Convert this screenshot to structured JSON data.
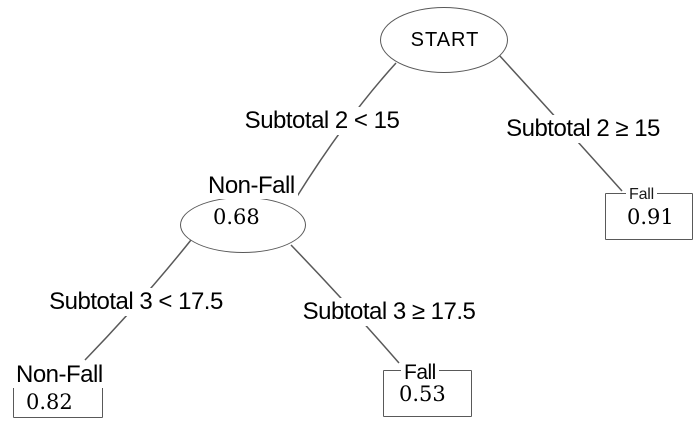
{
  "diagram": {
    "type": "decision-tree",
    "nodes": {
      "start": {
        "label": "START",
        "shape": "ellipse"
      },
      "node_nonfall": {
        "label": "Non-Fall",
        "probability": "0.68",
        "shape": "ellipse"
      },
      "leaf_fall_right": {
        "label": "Fall",
        "probability": "0.91",
        "shape": "rect"
      },
      "leaf_nonfall": {
        "label": "Non-Fall",
        "probability": "0.82",
        "shape": "rect"
      },
      "leaf_fall_mid": {
        "label": "Fall",
        "probability": "0.53",
        "shape": "rect"
      }
    },
    "edges": {
      "start_left": {
        "from": "start",
        "to": "node_nonfall",
        "label": "Subtotal 2 < 15"
      },
      "start_right": {
        "from": "start",
        "to": "leaf_fall_right",
        "label": "Subtotal 2 ≥ 15"
      },
      "nonfall_left": {
        "from": "node_nonfall",
        "to": "leaf_nonfall",
        "label": "Subtotal 3 < 17.5"
      },
      "nonfall_right": {
        "from": "node_nonfall",
        "to": "leaf_fall_mid",
        "label": "Subtotal 3 ≥ 17.5"
      }
    },
    "colors": {
      "stroke": "#595959",
      "text": "#000000",
      "background": "#ffffff"
    }
  }
}
